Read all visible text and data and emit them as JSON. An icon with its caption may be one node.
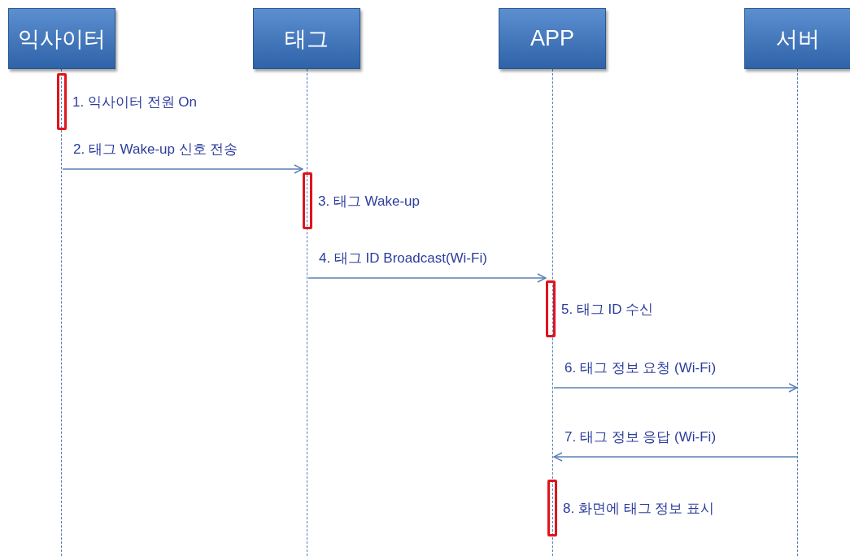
{
  "diagram": {
    "nodes": [
      {
        "text": [
          "익사이터"
        ]
      },
      {
        "text": [
          "태그"
        ]
      },
      {
        "text": [
          "APP"
        ]
      },
      {
        "text": [
          "서버"
        ]
      },
      {
        "text": [],
        "shape": "line"
      },
      {
        "text": [],
        "shape": "line"
      },
      {
        "text": [],
        "shape": "line"
      },
      {
        "text": [],
        "shape": "line"
      },
      {
        "text": [],
        "shape": "bar",
        "beside": [
          "1. 익사이터 전원 On"
        ]
      },
      {
        "text": [],
        "shape": "bar",
        "beside": [
          "3. 태그 Wake-up"
        ]
      },
      {
        "text": [],
        "shape": "bar",
        "beside": [
          "5. 태그 ID 수신"
        ]
      },
      {
        "text": [],
        "shape": "bar",
        "beside": [
          "8. 화면에 태그 정보 표시"
        ]
      }
    ],
    "edges": [
      {
        "from": 4,
        "to": 9,
        "arrow": "to",
        "label": "2. 태그 Wake-up 신호 전송"
      },
      {
        "from": 5,
        "to": 10,
        "arrow": "to",
        "label": "4. 태그 ID Broadcast(Wi-Fi)"
      },
      {
        "from": 6,
        "to": 7,
        "arrow": "to",
        "label": "6. 태그 정보 요청 (Wi-Fi)"
      },
      {
        "from": 7,
        "to": 6,
        "arrow": "to",
        "label": "7. 태그 정보 응답 (Wi-Fi)"
      }
    ]
  }
}
